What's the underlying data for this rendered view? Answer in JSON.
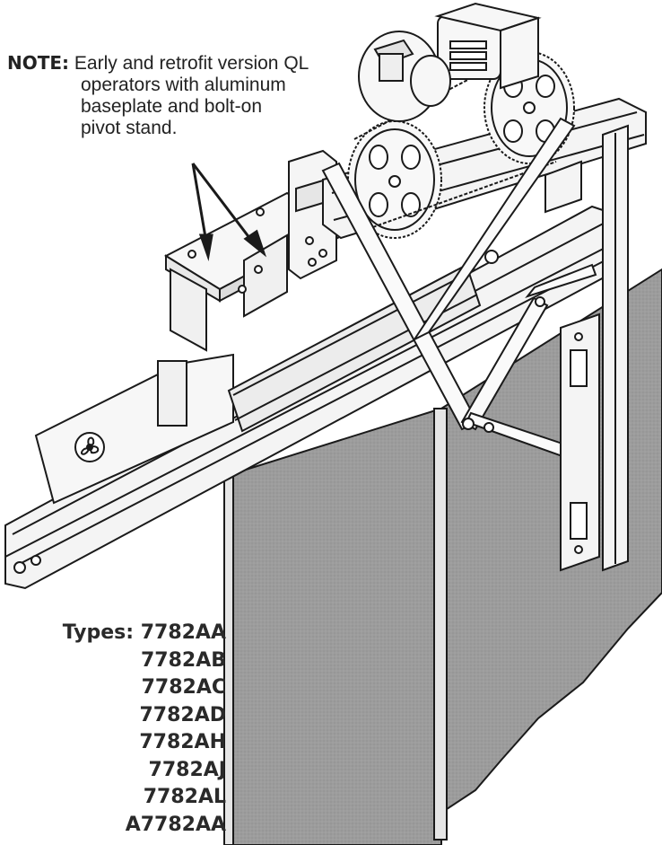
{
  "note": {
    "label": "NOTE:",
    "lines": [
      "Early and retrofit version QL",
      "operators with aluminum",
      "baseplate and bolt-on",
      "pivot stand."
    ]
  },
  "types": {
    "label": "Types:",
    "items": [
      "7782AA",
      "7782AB",
      "7782AC",
      "7782AD",
      "7782AH",
      "7782AJ",
      "7782AL",
      "A7782AA"
    ]
  },
  "colors": {
    "line": "#1a1a1a",
    "door_panel": "#9a9a9a",
    "metal": "#f2f2f2",
    "background": "#ffffff"
  }
}
